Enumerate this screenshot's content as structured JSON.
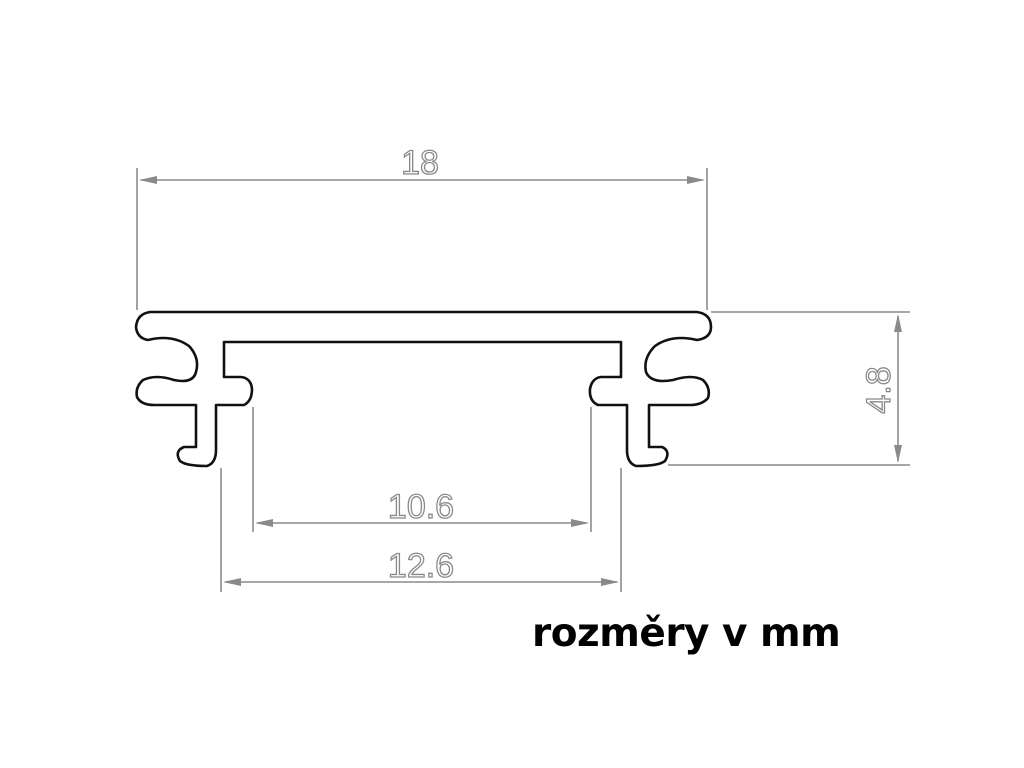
{
  "dimensions": {
    "total_width": "18",
    "height": "4.8",
    "inner_width": "10.6",
    "outer_width": "12.6"
  },
  "caption": "rozměry v mm",
  "colors": {
    "profile_stroke": "#111111",
    "dimension_line": "#8a8a8a",
    "caption_text": "#000000"
  }
}
